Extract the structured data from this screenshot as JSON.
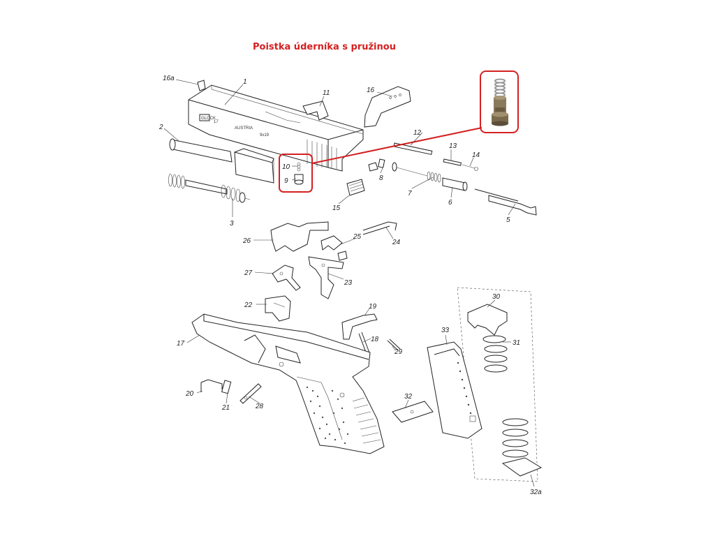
{
  "title": "Poistka úderníka s pružinou",
  "slide_stamp": {
    "model": "17",
    "country": "AUSTRIA",
    "caliber": "9x19"
  },
  "highlight_color": "#d42020",
  "part_labels": [
    {
      "id": "16a",
      "text": "16a"
    },
    {
      "id": "1",
      "text": "1"
    },
    {
      "id": "11",
      "text": "11"
    },
    {
      "id": "16",
      "text": "16"
    },
    {
      "id": "2",
      "text": "2"
    },
    {
      "id": "12",
      "text": "12"
    },
    {
      "id": "13",
      "text": "13"
    },
    {
      "id": "14",
      "text": "14"
    },
    {
      "id": "10",
      "text": "10"
    },
    {
      "id": "9",
      "text": "9"
    },
    {
      "id": "8",
      "text": "8"
    },
    {
      "id": "7",
      "text": "7"
    },
    {
      "id": "6",
      "text": "6"
    },
    {
      "id": "5",
      "text": "5"
    },
    {
      "id": "15",
      "text": "15"
    },
    {
      "id": "3",
      "text": "3"
    },
    {
      "id": "26",
      "text": "26"
    },
    {
      "id": "25",
      "text": "25"
    },
    {
      "id": "24",
      "text": "24"
    },
    {
      "id": "27",
      "text": "27"
    },
    {
      "id": "23",
      "text": "23"
    },
    {
      "id": "22",
      "text": "22"
    },
    {
      "id": "19",
      "text": "19"
    },
    {
      "id": "30",
      "text": "30"
    },
    {
      "id": "17",
      "text": "17"
    },
    {
      "id": "18",
      "text": "18"
    },
    {
      "id": "33",
      "text": "33"
    },
    {
      "id": "31",
      "text": "31"
    },
    {
      "id": "29",
      "text": "29"
    },
    {
      "id": "20",
      "text": "20"
    },
    {
      "id": "21",
      "text": "21"
    },
    {
      "id": "28",
      "text": "28"
    },
    {
      "id": "32",
      "text": "32"
    },
    {
      "id": "32a",
      "text": "32a"
    }
  ]
}
